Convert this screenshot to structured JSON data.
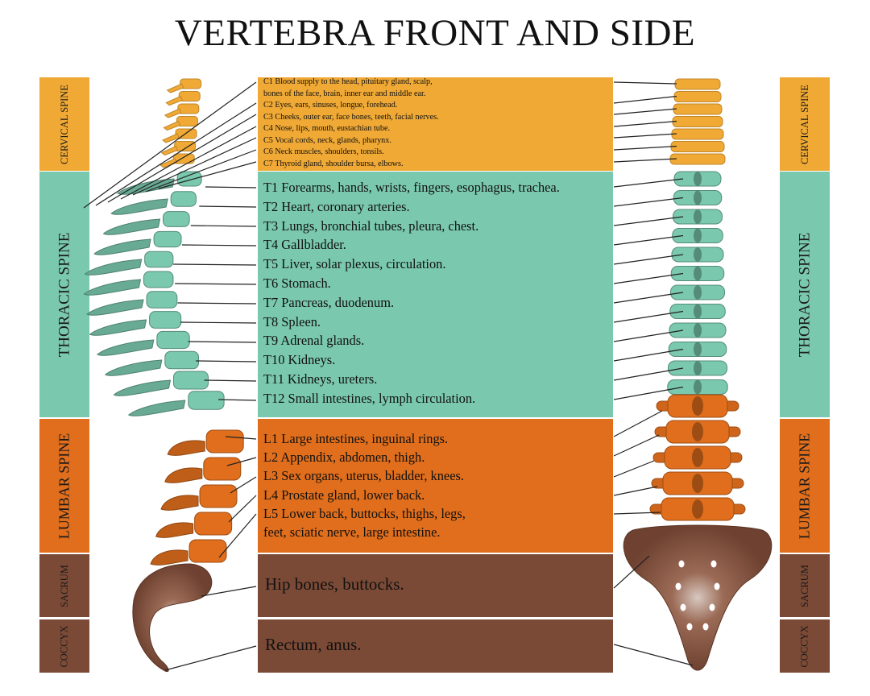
{
  "title": "VERTEBRA FRONT AND SIDE",
  "colors": {
    "cervical": "#f0a935",
    "thoracic": "#7ac8ad",
    "lumbar": "#e06e1c",
    "sacrum": "#7a4a36",
    "coccyx": "#7a4a36"
  },
  "regions": {
    "cervical": "CERVICAL SPINE",
    "thoracic": "THORACIC SPINE",
    "lumbar": "LUMBAR SPINE",
    "sacrum": "SACRUM",
    "coccyx": "COCCYX"
  },
  "cervical_lines": [
    "C1  Blood supply to the head, pituitary gland, scalp,",
    "bones of the face, brain, inner ear and middle ear.",
    "C2  Eyes, ears, sinuses, longue, forehead.",
    "C3  Cheeks, outer ear, face bones, teeth, facial nerves.",
    "C4  Nose, lips, mouth, eustachian tube.",
    "C5  Vocal cords, neck, glands, pharynx.",
    "C6  Neck muscles, shoulders, tonsils.",
    "C7  Thyroid gland, shoulder bursa, elbows."
  ],
  "thoracic_lines": [
    "T1  Forearms, hands, wrists, fingers, esophagus, trachea.",
    "T2  Heart, coronary arteries.",
    "T3  Lungs, bronchial tubes, pleura, chest.",
    "T4  Gallbladder.",
    "T5  Liver, solar plexus, circulation.",
    "T6  Stomach.",
    "T7  Pancreas, duodenum.",
    "T8  Spleen.",
    "T9  Adrenal glands.",
    "T10  Kidneys.",
    "T11  Kidneys, ureters.",
    "T12  Small intestines, lymph circulation."
  ],
  "lumbar_lines": [
    "L1  Large intestines, inguinal rings.",
    "L2  Appendix, abdomen, thigh.",
    "L3 Sex organs, uterus, bladder, knees.",
    "L4  Prostate gland, lower back.",
    "L5  Lower back, buttocks, thighs, legs,",
    "feet, sciatic nerve, large intestine."
  ],
  "sacrum_text": "Hip bones, buttocks.",
  "coccyx_text": "Rectum, anus."
}
